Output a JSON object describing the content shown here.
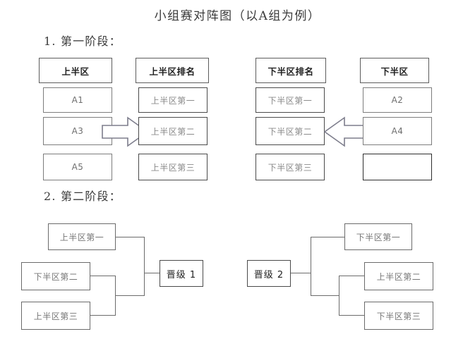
{
  "document": {
    "title": "小组赛对阵图（以A组为例）"
  },
  "stage1": {
    "heading": "1.  第一阶段：",
    "columns": [
      {
        "name": "upper-half-teams",
        "header": "上半区",
        "cells": [
          "A1",
          "A3",
          "A5"
        ]
      },
      {
        "name": "upper-half-ranking",
        "header": "上半区排名",
        "cells": [
          "上半区第一",
          "上半区第二",
          "上半区第三"
        ]
      },
      {
        "name": "lower-half-ranking",
        "header": "下半区排名",
        "cells": [
          "下半区第一",
          "下半区第二",
          "下半区第三"
        ]
      },
      {
        "name": "lower-half-teams",
        "header": "下半区",
        "cells": [
          "A2",
          "A4",
          ""
        ]
      }
    ],
    "arrows": [
      {
        "name": "arrow-right",
        "direction": "right"
      },
      {
        "name": "arrow-left",
        "direction": "left"
      }
    ]
  },
  "stage2": {
    "heading": "2.  第二阶段：",
    "brackets": [
      {
        "name": "bracket-left",
        "seeds": [
          "上半区第一",
          "下半区第二",
          "上半区第三"
        ],
        "result": "晋级 1"
      },
      {
        "name": "bracket-right",
        "seeds": [
          "下半区第一",
          "上半区第二",
          "下半区第三"
        ],
        "result": "晋级 2"
      }
    ]
  },
  "colors": {
    "page_background": "#ffffff",
    "header_border": "#5c5c5c",
    "team_border": "#7d7d7d",
    "rank_border": "#4a4a4a",
    "text_dark": "#1f1f1f",
    "text_muted": "#8a8a8a",
    "connector": "#6b6b6b"
  }
}
